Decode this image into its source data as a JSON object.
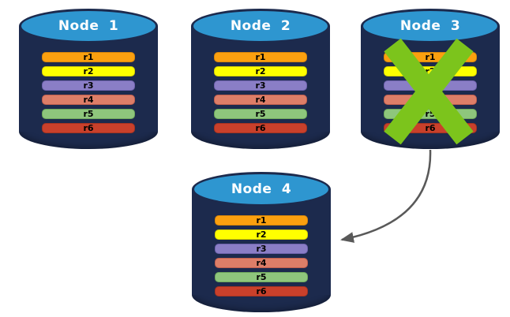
{
  "colors": {
    "background": "#FFFFFF",
    "cylinder_body": "#1C2A4D",
    "cylinder_top": "#2E96D0",
    "node_title_text": "#FFFFFF",
    "record_text": "#000000",
    "x_mark_green": "#7CC41C",
    "arrow_gray": "#595959"
  },
  "records": [
    {
      "label": "r1",
      "fill": "#FBA00F",
      "border": "#D8860A"
    },
    {
      "label": "r2",
      "fill": "#FFFF00",
      "border": "#D4CE00"
    },
    {
      "label": "r3",
      "fill": "#8A7EC6",
      "border": "#6F63AE"
    },
    {
      "label": "r4",
      "fill": "#DD7E68",
      "border": "#C05F4E"
    },
    {
      "label": "r5",
      "fill": "#8EC67C",
      "border": "#6FA85C"
    },
    {
      "label": "r6",
      "fill": "#C9402B",
      "border": "#A53321"
    }
  ],
  "nodes": [
    {
      "label": "Node 1"
    },
    {
      "label": "Node 2"
    },
    {
      "label": "Node 3",
      "failed": true
    },
    {
      "label": "Node 4"
    }
  ],
  "annotations": {
    "x_mark_icon": "x-mark-over-node-3",
    "arrow": {
      "from": "Node 3",
      "to": "Node 4"
    }
  }
}
